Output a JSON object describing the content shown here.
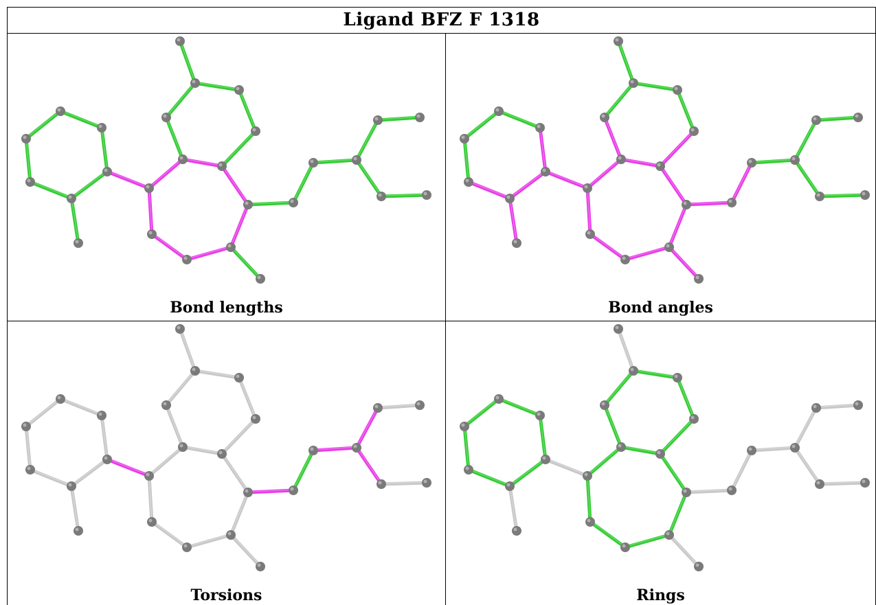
{
  "title": "Ligand BFZ F 1318",
  "panels": [
    {
      "caption": "Bond lengths",
      "highlight": [
        [
          4,
          5
        ],
        [
          5,
          6
        ],
        [
          6,
          7
        ],
        [
          8,
          9
        ],
        [
          14,
          15
        ]
      ],
      "base": "green"
    },
    {
      "caption": "Bond angles",
      "highlight": [
        [
          0,
          1
        ],
        [
          1,
          2
        ],
        [
          1,
          5
        ],
        [
          3,
          4
        ],
        [
          4,
          5
        ],
        [
          5,
          6
        ],
        [
          6,
          7
        ],
        [
          7,
          8
        ],
        [
          8,
          9
        ],
        [
          9,
          10
        ],
        [
          9,
          13
        ],
        [
          13,
          14
        ],
        [
          14,
          15
        ],
        [
          15,
          16
        ],
        [
          17,
          11
        ],
        [
          12,
          13
        ]
      ],
      "base": "green"
    },
    {
      "caption": "Torsions",
      "highlight": [
        [
          4,
          5
        ],
        [
          16,
          17
        ],
        [
          18,
          19
        ],
        [
          19,
          20
        ],
        [
          19,
          22
        ]
      ],
      "green": [
        [
          17,
          18
        ]
      ],
      "base": "gray"
    },
    {
      "caption": "Rings",
      "green": [
        [
          0,
          1
        ],
        [
          1,
          2
        ],
        [
          2,
          3
        ],
        [
          3,
          4
        ],
        [
          4,
          0
        ],
        [
          0,
          1
        ],
        [
          5,
          6
        ],
        [
          6,
          7
        ],
        [
          7,
          8
        ],
        [
          8,
          9
        ],
        [
          9,
          5
        ],
        [
          10,
          11
        ],
        [
          11,
          12
        ],
        [
          12,
          13
        ],
        [
          13,
          14
        ],
        [
          14,
          15
        ],
        [
          15,
          10
        ],
        [
          9,
          16
        ]
      ],
      "base": "gray"
    }
  ],
  "colors": {
    "green": "#33cc33",
    "magenta": "#e83ce8",
    "gray": "#c8c8c8",
    "atom": "#7a7a7a",
    "atom_highlight": "#b0b0b0"
  }
}
